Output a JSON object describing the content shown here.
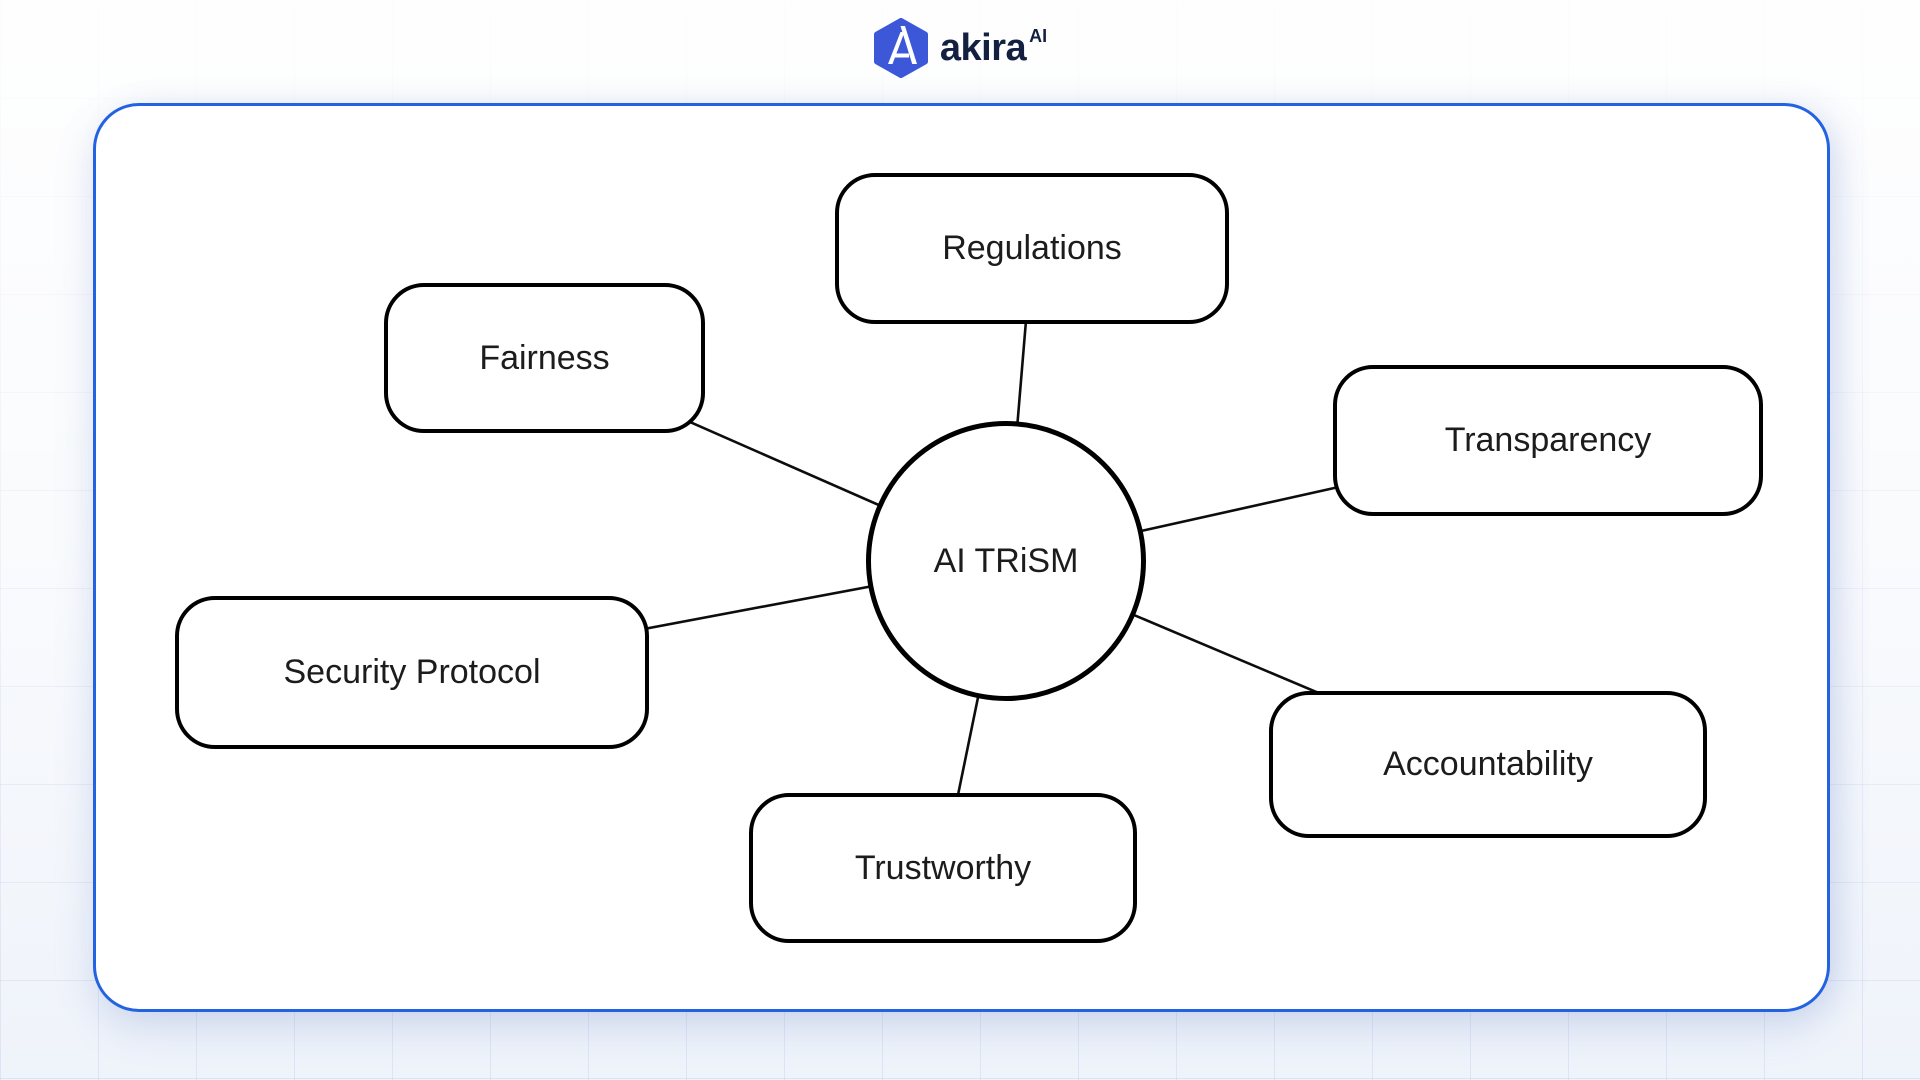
{
  "logo": {
    "brand": "akira",
    "superscript": "AI",
    "icon": "akira-hexagon-a-icon"
  },
  "diagram": {
    "center": {
      "label": "AI TRiSM"
    },
    "nodes": [
      {
        "id": "regulations",
        "label": "Regulations"
      },
      {
        "id": "fairness",
        "label": "Fairness"
      },
      {
        "id": "transparency",
        "label": "Transparency"
      },
      {
        "id": "security-protocol",
        "label": "Security Protocol"
      },
      {
        "id": "accountability",
        "label": "Accountability"
      },
      {
        "id": "trustworthy",
        "label": "Trustworthy"
      }
    ]
  },
  "colors": {
    "container_border": "#2262e3",
    "node_border": "#000000",
    "node_text": "#1c1c1c",
    "logo_icon_blue": "#3c57d8",
    "logo_text": "#13203f",
    "page_background": "#f3f6fb",
    "grid_line": "#bacbeb"
  }
}
